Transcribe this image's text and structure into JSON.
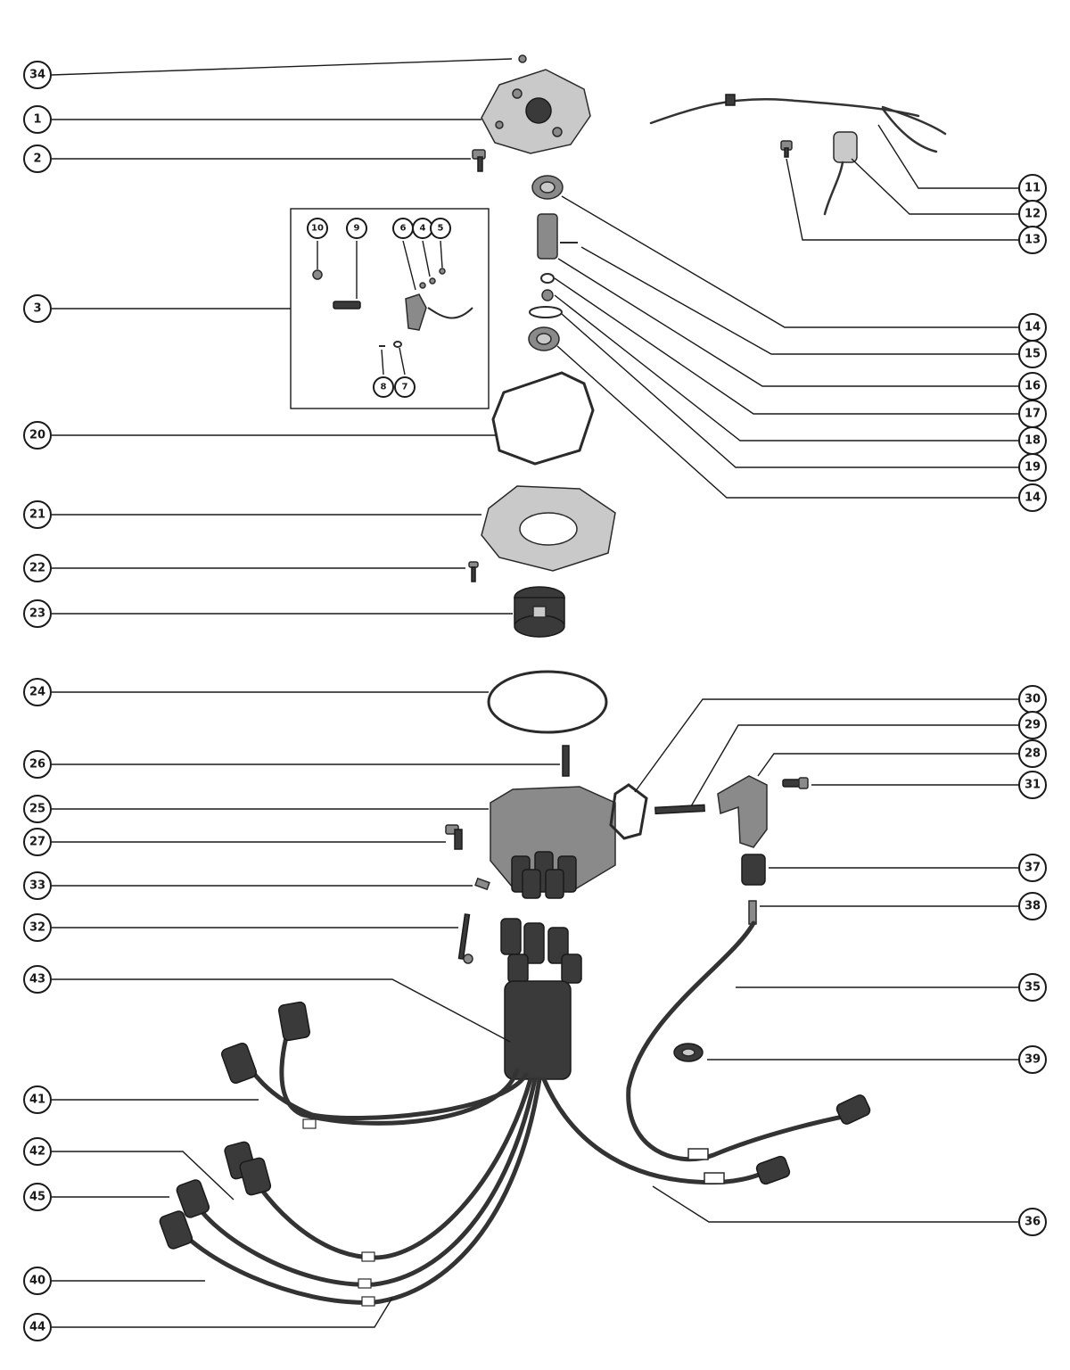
{
  "callouts": [
    {
      "id": "34",
      "label": "34"
    },
    {
      "id": "1",
      "label": "1"
    },
    {
      "id": "2",
      "label": "2"
    },
    {
      "id": "3",
      "label": "3"
    },
    {
      "id": "20",
      "label": "20"
    },
    {
      "id": "21",
      "label": "21"
    },
    {
      "id": "22",
      "label": "22"
    },
    {
      "id": "23",
      "label": "23"
    },
    {
      "id": "24",
      "label": "24"
    },
    {
      "id": "26",
      "label": "26"
    },
    {
      "id": "25",
      "label": "25"
    },
    {
      "id": "27",
      "label": "27"
    },
    {
      "id": "33",
      "label": "33"
    },
    {
      "id": "32",
      "label": "32"
    },
    {
      "id": "43",
      "label": "43"
    },
    {
      "id": "41",
      "label": "41"
    },
    {
      "id": "42",
      "label": "42"
    },
    {
      "id": "45",
      "label": "45"
    },
    {
      "id": "40",
      "label": "40"
    },
    {
      "id": "44",
      "label": "44"
    },
    {
      "id": "11",
      "label": "11"
    },
    {
      "id": "12",
      "label": "12"
    },
    {
      "id": "13",
      "label": "13"
    },
    {
      "id": "14a",
      "label": "14"
    },
    {
      "id": "15",
      "label": "15"
    },
    {
      "id": "16",
      "label": "16"
    },
    {
      "id": "17",
      "label": "17"
    },
    {
      "id": "18",
      "label": "18"
    },
    {
      "id": "19",
      "label": "19"
    },
    {
      "id": "14b",
      "label": "14"
    },
    {
      "id": "30",
      "label": "30"
    },
    {
      "id": "29",
      "label": "29"
    },
    {
      "id": "28",
      "label": "28"
    },
    {
      "id": "31",
      "label": "31"
    },
    {
      "id": "37",
      "label": "37"
    },
    {
      "id": "38",
      "label": "38"
    },
    {
      "id": "35",
      "label": "35"
    },
    {
      "id": "39",
      "label": "39"
    },
    {
      "id": "36",
      "label": "36"
    }
  ],
  "inset_callouts": [
    {
      "id": "10",
      "label": "10"
    },
    {
      "id": "9",
      "label": "9"
    },
    {
      "id": "6",
      "label": "6"
    },
    {
      "id": "4",
      "label": "4"
    },
    {
      "id": "5",
      "label": "5"
    },
    {
      "id": "8",
      "label": "8"
    },
    {
      "id": "7",
      "label": "7"
    }
  ]
}
